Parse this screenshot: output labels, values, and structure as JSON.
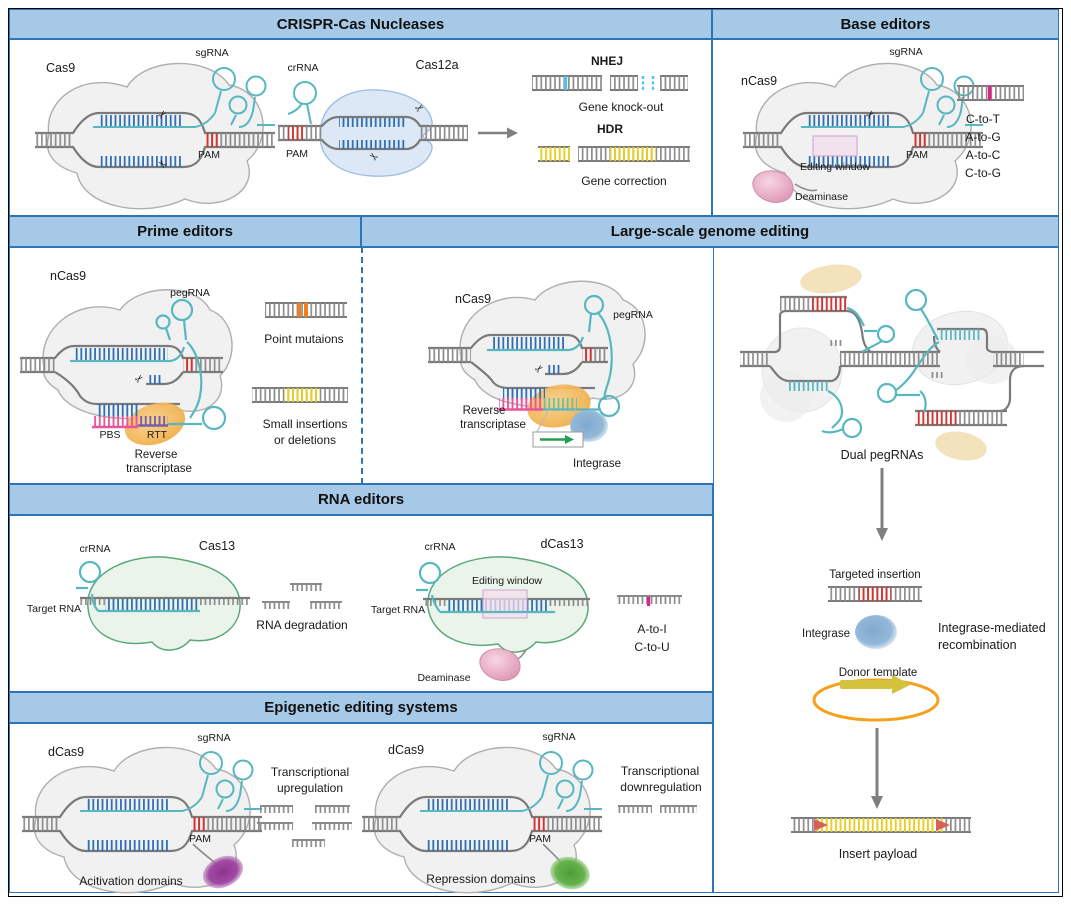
{
  "crispr": {
    "title": "CRISPR-Cas Nucleases",
    "cas9": "Cas9",
    "sgrna": "sgRNA",
    "pam1": "PAM",
    "crrna": "crRNA",
    "cas12a": "Cas12a",
    "pam2": "PAM",
    "nhej": "NHEJ",
    "knockout": "Gene knock-out",
    "hdr": "HDR",
    "correction": "Gene correction"
  },
  "base": {
    "title": "Base editors",
    "ncas9": "nCas9",
    "sgrna": "sgRNA",
    "pam": "PAM",
    "editing_window": "Editing window",
    "deaminase": "Deaminase",
    "conversions": [
      "C-to-T",
      "A-to-G",
      "A-to-C",
      "C-to-G"
    ]
  },
  "prime": {
    "title": "Prime editors",
    "ncas9": "nCas9",
    "pegrna": "pegRNA",
    "pbs": "PBS",
    "rtt": "RTT",
    "rt": [
      "Reverse",
      "transcriptase"
    ],
    "point_mutations": "Point mutaions",
    "small_indels": [
      "Small insertions",
      "or deletions"
    ]
  },
  "large": {
    "title": "Large-scale genome editing",
    "ncas9": "nCas9",
    "pegrna": "pegRNA",
    "rt": [
      "Reverse",
      "transcriptase"
    ],
    "integrase": "Integrase",
    "dual_pegrnas": "Dual pegRNAs",
    "targeted_insertion": "Targeted insertion",
    "integrase2": "Integrase",
    "recombination": [
      "Integrase-mediated",
      "recombination"
    ],
    "donor_template": "Donor template",
    "insert_payload": "Insert payload"
  },
  "rna": {
    "title": "RNA editors",
    "crrna1": "crRNA",
    "cas13": "Cas13",
    "target_rna1": "Target RNA",
    "degradation": "RNA degradation",
    "crrna2": "crRNA",
    "dcas13": "dCas13",
    "editing_window": "Editing window",
    "target_rna2": "Target RNA",
    "deaminase": "Deaminase",
    "conversions": [
      "A-to-I",
      "C-to-U"
    ]
  },
  "epigenetic": {
    "title": "Epigenetic editing systems",
    "dcas9_l": "dCas9",
    "sgrna_l": "sgRNA",
    "pam_l": "PAM",
    "activation": "Acitivation domains",
    "upregulation": [
      "Transcriptional",
      "upregulation"
    ],
    "dcas9_r": "dCas9",
    "sgrna_r": "sgRNA",
    "pam_r": "PAM",
    "repression": "Repression domains",
    "downregulation": [
      "Transcriptional",
      "downregulation"
    ]
  },
  "icons": {
    "scissors": "✂"
  },
  "colors": {
    "header_fill": "#A7C9E8",
    "panel_border": "#2E75B6",
    "dna_gray": "#7A7A7A",
    "rung_blue": "#2F6EB6",
    "pam_red": "#D5332E",
    "teal_rna": "#57B7C1",
    "cut_cyan": "#4FC3E8",
    "hdr_yellow": "#E9CE1D",
    "mutation_orange": "#F07F1F",
    "edit_magenta": "#E0218A",
    "pbs_pink": "#E8559A",
    "rtt_purple": "#7660A8",
    "deaminase_pink": "#E8A9C3",
    "rt_orange": "#F0A93E",
    "integrase_blue": "#8FB4D9",
    "cas12a_blue": "#DCE8F6",
    "cas13_green_fill": "#EAF4EA",
    "cas13_green_stroke": "#5BA878",
    "activation_purple": "#A14BA3",
    "repression_green": "#66B24C",
    "att_tan": "#F3E3BC",
    "plasmid_orange": "#F5A11E",
    "donor_yellow": "#D3C23B"
  }
}
